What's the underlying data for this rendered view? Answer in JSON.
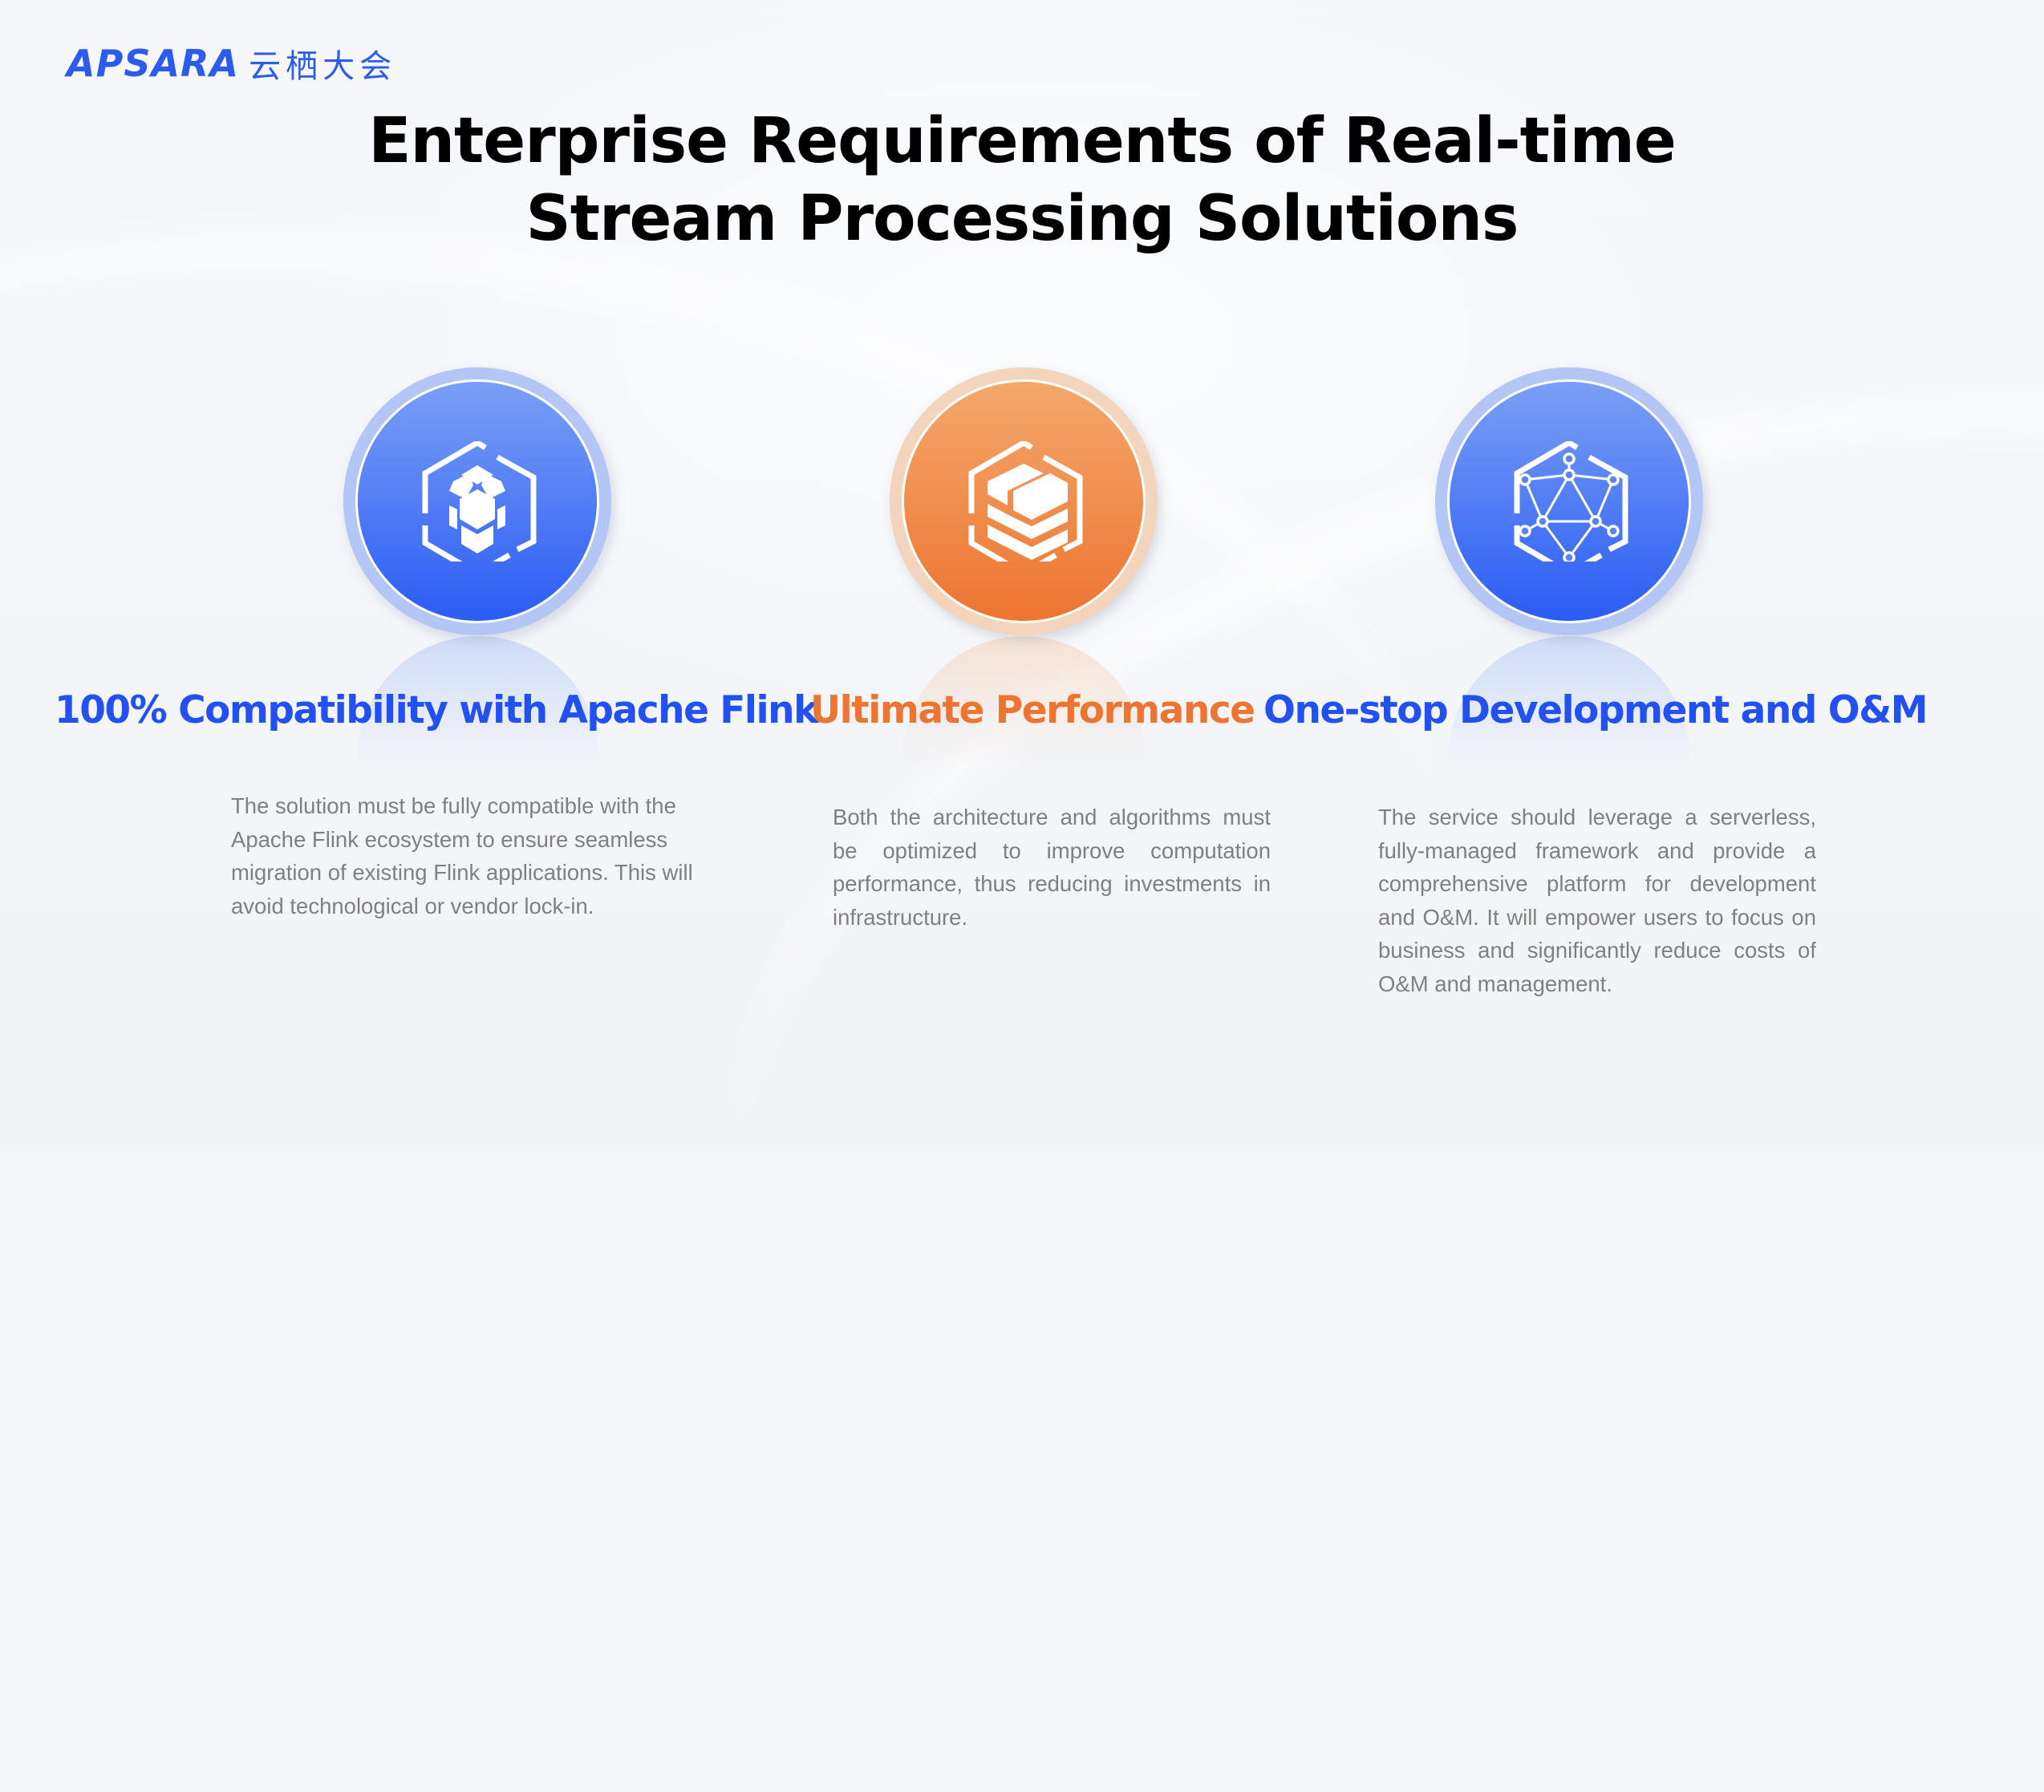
{
  "logo": {
    "brand_en": "APSARA",
    "brand_cn": "云栖大会",
    "color": "#2d5beb"
  },
  "title": {
    "line1": "Enterprise Requirements of Real-time",
    "line2": "Stream Processing Solutions"
  },
  "colors": {
    "blue_accent": "#2350f0",
    "orange_accent": "#ee7431",
    "body_text": "#808080"
  },
  "columns": [
    {
      "icon": "cubes-hexagon-icon",
      "theme": "blue",
      "heading": "100% Compatibility with Apache Flink",
      "description": "The solution must be fully compatible with the Apache Flink ecosystem to ensure seamless migration of existing Flink applications. This will avoid technological or vendor lock-in."
    },
    {
      "icon": "stacked-layers-hexagon-icon",
      "theme": "orange",
      "heading": "Ultimate Performance",
      "description": "Both the architecture and algorithms must be optimized to improve computation performance, thus reducing investments in infrastructure."
    },
    {
      "icon": "network-graph-hexagon-icon",
      "theme": "blue",
      "heading": "One-stop Development and O&M",
      "description": "The service should leverage a serverless, fully-managed framework and provide a comprehensive platform for development and O&M. It will empower users to focus on business and significantly reduce costs of O&M and management."
    }
  ]
}
